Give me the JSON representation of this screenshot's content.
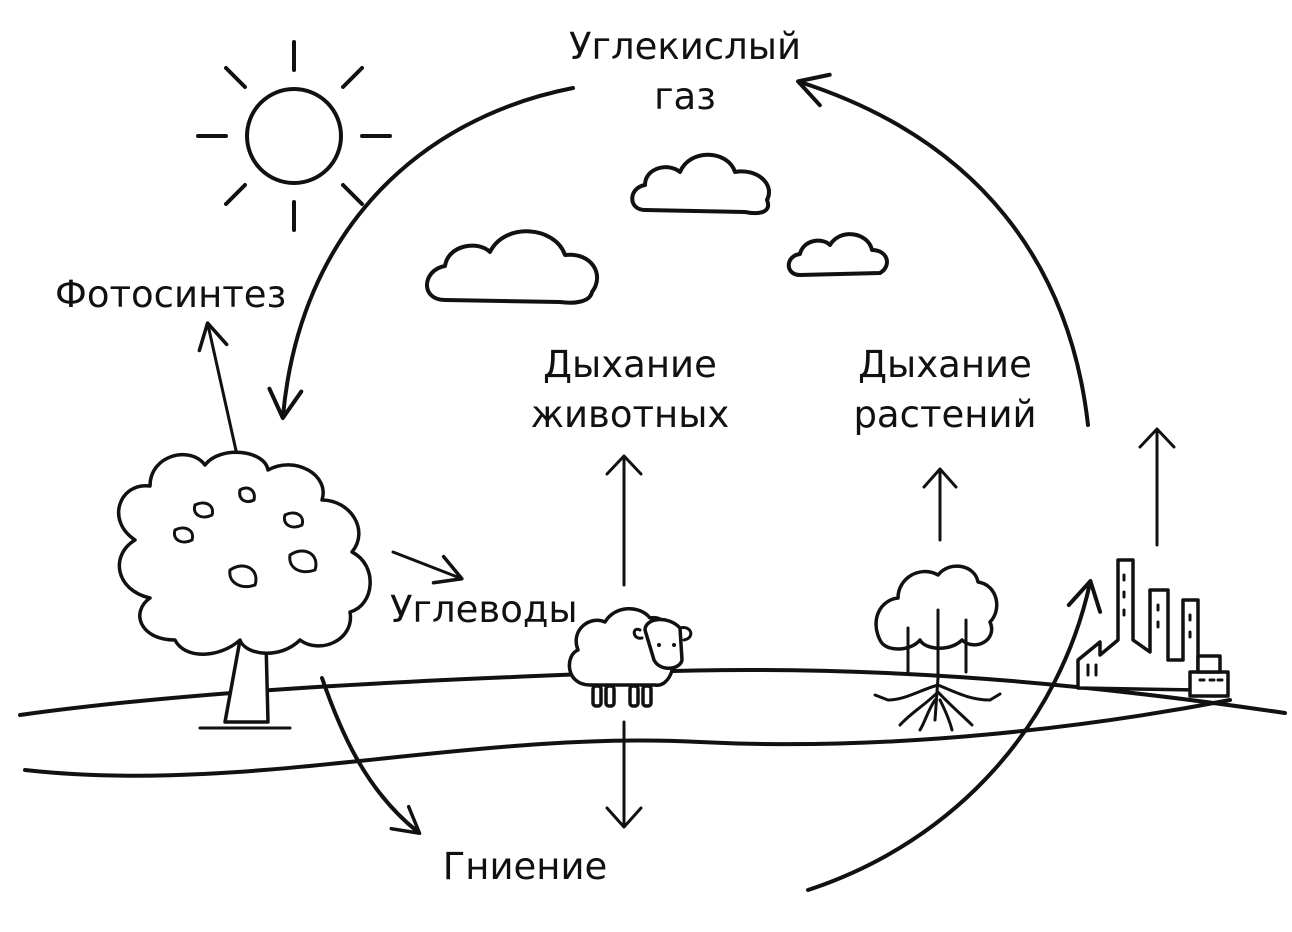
{
  "labels": {
    "co2_line1": "Углекислый",
    "co2_line2": "газ",
    "photosynthesis": "Фотосинтез",
    "animal_resp_line1": "Дыхание",
    "animal_resp_line2": "животных",
    "plant_resp_line1": "Дыхание",
    "plant_resp_line2": "растений",
    "carbohydrates": "Углеводы",
    "decay": "Гниение"
  },
  "icons": [
    "sun-icon",
    "cloud-icon",
    "tree-icon",
    "sheep-icon",
    "plants-with-roots-icon",
    "factory-city-icon"
  ],
  "colors": {
    "ink": "#111111",
    "background": "#ffffff"
  }
}
